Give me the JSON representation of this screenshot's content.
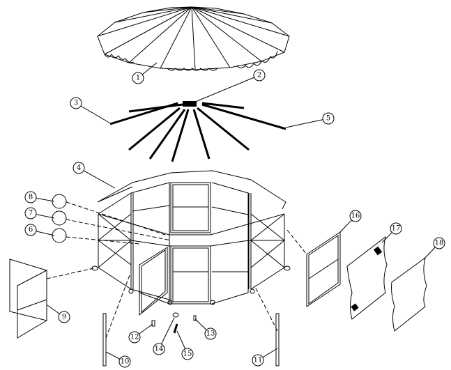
{
  "diagram": {
    "type": "exploded-assembly-view",
    "subject": "gazebo",
    "callouts": [
      "1",
      "2",
      "3",
      "4",
      "5",
      "6",
      "7",
      "8",
      "9",
      "10",
      "11",
      "12",
      "13",
      "14",
      "15",
      "16",
      "17",
      "18"
    ],
    "line_color": "#000000",
    "background": "#ffffff"
  }
}
